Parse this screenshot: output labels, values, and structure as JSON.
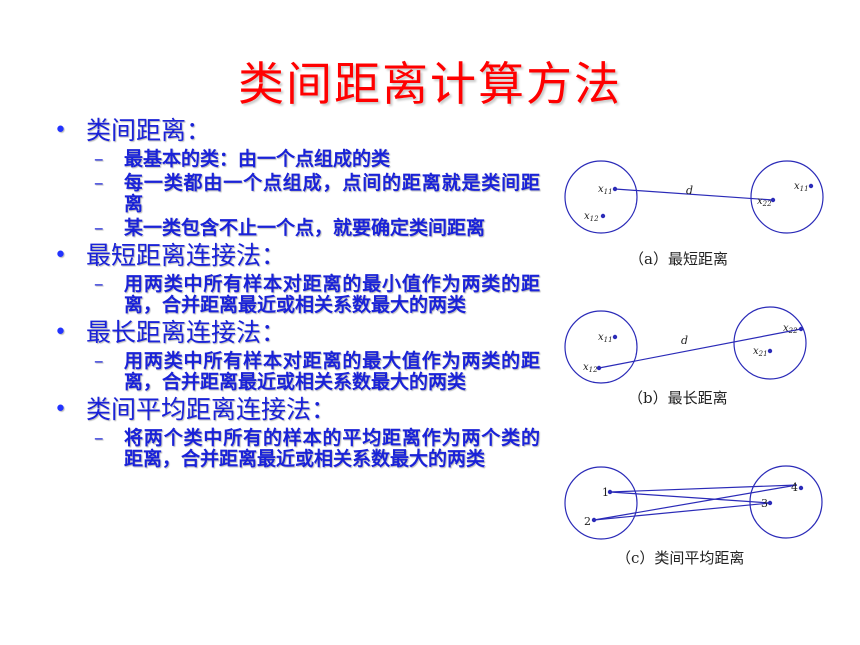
{
  "title": "类间距离计算方法",
  "sections": [
    {
      "heading": "类间距离：",
      "items": [
        "最基本的类：由一个点组成的类",
        "每一类都由一个点组成，点间的距离就是类间距离",
        "某一类包含不止一个点，就要确定类间距离"
      ]
    },
    {
      "heading": "最短距离连接法：",
      "items": [
        "用两类中所有样本对距离的最小值作为两类的距离，合并距离最近或相关系数最大的两类"
      ]
    },
    {
      "heading": "最长距离连接法：",
      "items": [
        "用两类中所有样本对距离的最大值作为两类的距离，合并距离最近或相关系数最大的两类"
      ]
    },
    {
      "heading": "类间平均距离连接法：",
      "items": [
        "将两个类中所有的样本的平均距离作为两个类的距离，合并距离最近或相关系数最大的两类"
      ]
    }
  ],
  "bullet_char": "•",
  "dash_char": "–",
  "figures": {
    "a": {
      "caption": "（a）最短距离",
      "p11": "x",
      "s11": "11",
      "p12": "x",
      "s12": "12",
      "q11": "x",
      "t11": "11",
      "q22": "x",
      "t22": "22",
      "d": "d"
    },
    "b": {
      "caption": "（b）最长距离",
      "p11": "x",
      "s11": "11",
      "p12": "x",
      "s12": "12",
      "q22": "x",
      "t22": "22",
      "q21": "x",
      "t21": "21",
      "d": "d"
    },
    "c": {
      "caption": "（c）类间平均距离",
      "n1": "1",
      "n2": "2",
      "n3": "3",
      "n4": "4"
    }
  }
}
